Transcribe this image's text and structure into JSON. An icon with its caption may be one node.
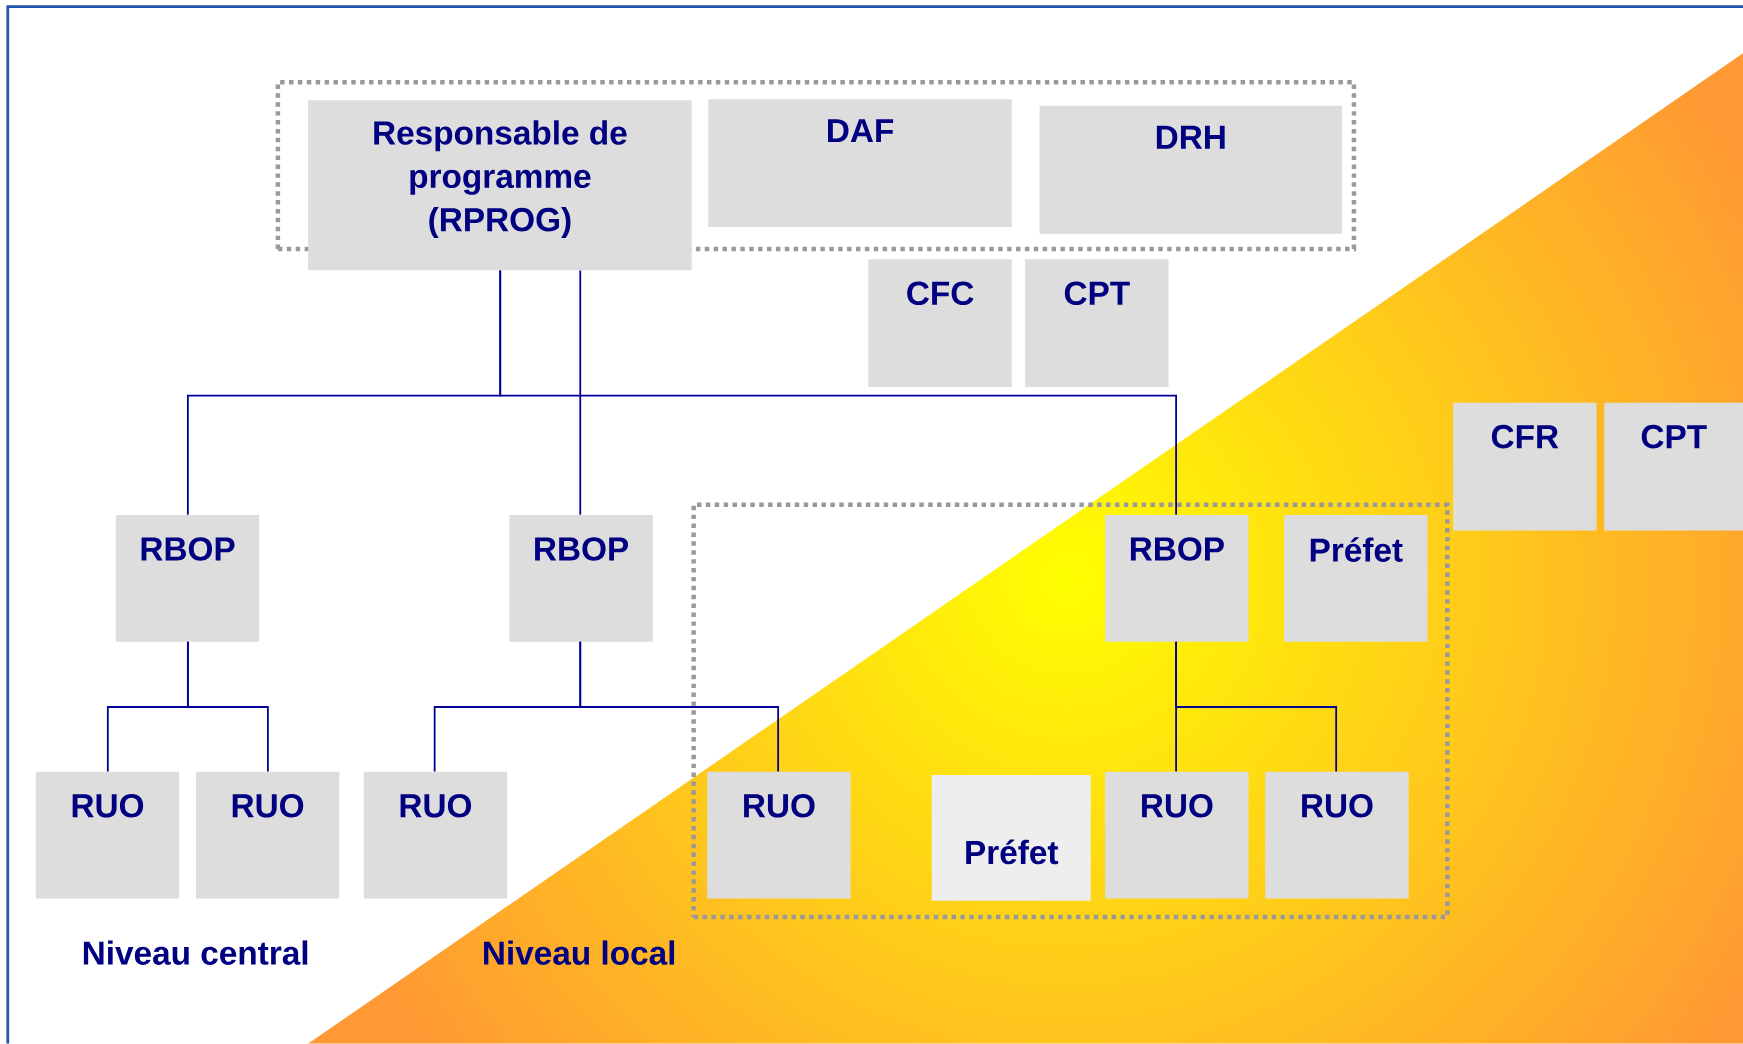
{
  "diagram": {
    "nodes": [
      {
        "text": [],
        "shape": "box"
      },
      {
        "text": [
          "Responsable de programme (RPROG)"
        ]
      },
      {
        "text": [
          "DAF"
        ],
        "in": 0
      },
      {
        "text": [
          "DRH"
        ],
        "in": 0
      },
      {
        "text": [
          "CFC"
        ]
      },
      {
        "text": [
          "CPT"
        ]
      },
      {
        "text": [
          "CFR"
        ]
      },
      {
        "text": [
          "CPT"
        ]
      },
      {
        "text": [
          "RBOP"
        ]
      },
      {
        "text": [
          "RBOP"
        ]
      },
      {
        "text": [],
        "shape": "box"
      },
      {
        "text": [
          "RBOP"
        ],
        "in": 10
      },
      {
        "text": [
          "Préfet"
        ],
        "in": 10
      },
      {
        "text": [
          "RUO"
        ]
      },
      {
        "text": [
          "RUO"
        ]
      },
      {
        "text": [
          "RUO"
        ]
      },
      {
        "text": [
          "RUO"
        ],
        "in": 10
      },
      {
        "text": [
          "Préfet"
        ],
        "in": 10
      },
      {
        "text": [
          "RUO"
        ],
        "in": 10
      },
      {
        "text": [
          "RUO"
        ],
        "in": 10
      }
    ],
    "edges": [
      {
        "from": 1,
        "to": 8,
        "arrow": "none"
      },
      {
        "from": 1,
        "to": 11,
        "arrow": "none"
      },
      {
        "from": 1,
        "to": 9,
        "arrow": "none"
      },
      {
        "from": 8,
        "to": 13,
        "arrow": "none"
      },
      {
        "from": 8,
        "to": 14,
        "arrow": "none"
      },
      {
        "from": 9,
        "to": 15,
        "arrow": "none"
      },
      {
        "from": 9,
        "to": 16,
        "arrow": "none"
      },
      {
        "from": 11,
        "to": 18,
        "arrow": "none"
      },
      {
        "from": 11,
        "to": 19,
        "arrow": "none"
      }
    ],
    "labels": [
      "Niveau central",
      "Niveau local"
    ]
  }
}
